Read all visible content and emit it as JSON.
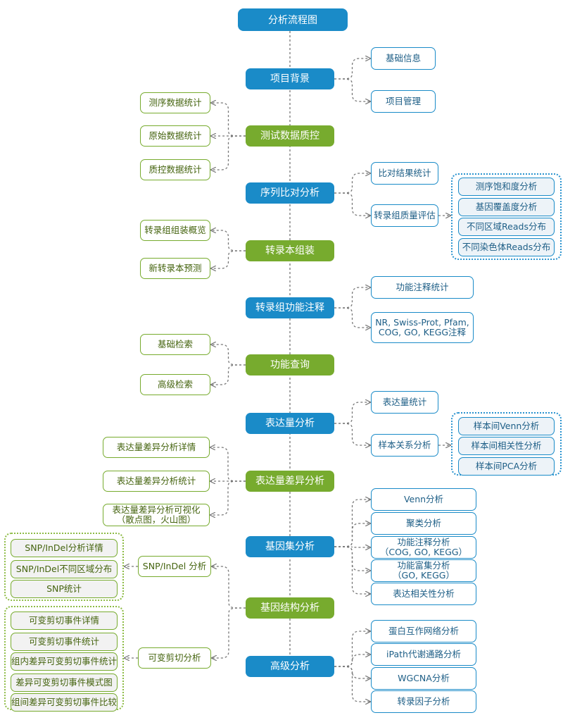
{
  "title": "分析流程图",
  "colors": {
    "blue": "#1a8bc8",
    "green": "#77ab2e",
    "connector": "#777777"
  },
  "main_steps": [
    {
      "id": "m1",
      "label": "项目背景",
      "color": "blue"
    },
    {
      "id": "m2",
      "label": "测试数据质控",
      "color": "green"
    },
    {
      "id": "m3",
      "label": "序列比对分析",
      "color": "blue"
    },
    {
      "id": "m4",
      "label": "转录本组装",
      "color": "green"
    },
    {
      "id": "m5",
      "label": "转录组功能注释",
      "color": "blue"
    },
    {
      "id": "m6",
      "label": "功能查询",
      "color": "green"
    },
    {
      "id": "m7",
      "label": "表达量分析",
      "color": "blue"
    },
    {
      "id": "m8",
      "label": "表达量差异分析",
      "color": "green"
    },
    {
      "id": "m9",
      "label": "基因集分析",
      "color": "blue"
    },
    {
      "id": "m10",
      "label": "基因结构分析",
      "color": "green"
    },
    {
      "id": "m11",
      "label": "高级分析",
      "color": "blue"
    }
  ],
  "sub_items": [
    {
      "id": "s1",
      "label": "基础信息",
      "parent": "m1",
      "color": "blue"
    },
    {
      "id": "s2",
      "label": "项目管理",
      "parent": "m1",
      "color": "blue"
    },
    {
      "id": "s3",
      "label": "测序数据统计",
      "parent": "m2",
      "color": "green"
    },
    {
      "id": "s4",
      "label": "原始数据统计",
      "parent": "m2",
      "color": "green"
    },
    {
      "id": "s5",
      "label": "质控数据统计",
      "parent": "m2",
      "color": "green"
    },
    {
      "id": "s6",
      "label": "比对结果统计",
      "parent": "m3",
      "color": "blue"
    },
    {
      "id": "s7",
      "label": "转录组质量评估",
      "parent": "m3",
      "color": "blue"
    },
    {
      "id": "s8",
      "label": "转录组组装概览",
      "parent": "m4",
      "color": "green"
    },
    {
      "id": "s9",
      "label": "新转录本预测",
      "parent": "m4",
      "color": "green"
    },
    {
      "id": "s10",
      "label": "功能注释统计",
      "parent": "m5",
      "color": "blue"
    },
    {
      "id": "s11",
      "label": "NR, Swiss-Prot, Pfam,\nCOG, GO, KEGG注释",
      "parent": "m5",
      "color": "blue"
    },
    {
      "id": "s12",
      "label": "基础检索",
      "parent": "m6",
      "color": "green"
    },
    {
      "id": "s13",
      "label": "高级检索",
      "parent": "m6",
      "color": "green"
    },
    {
      "id": "s14",
      "label": "表达量统计",
      "parent": "m7",
      "color": "blue"
    },
    {
      "id": "s15",
      "label": "样本关系分析",
      "parent": "m7",
      "color": "blue"
    },
    {
      "id": "s16",
      "label": "表达量差异分析详情",
      "parent": "m8",
      "color": "green"
    },
    {
      "id": "s17",
      "label": "表达量差异分析统计",
      "parent": "m8",
      "color": "green"
    },
    {
      "id": "s18",
      "label": "表达量差异分析可视化\n（散点图，火山图）",
      "parent": "m8",
      "color": "green"
    },
    {
      "id": "s19",
      "label": "Venn分析",
      "parent": "m9",
      "color": "blue"
    },
    {
      "id": "s20",
      "label": "聚类分析",
      "parent": "m9",
      "color": "blue"
    },
    {
      "id": "s21",
      "label": "功能注释分析\n（COG, GO, KEGG）",
      "parent": "m9",
      "color": "blue"
    },
    {
      "id": "s22",
      "label": "功能富集分析\n（GO, KEGG）",
      "parent": "m9",
      "color": "blue"
    },
    {
      "id": "s23",
      "label": "表达相关性分析",
      "parent": "m9",
      "color": "blue"
    },
    {
      "id": "s24",
      "label": "SNP/InDel 分析",
      "parent": "m10",
      "color": "green"
    },
    {
      "id": "s25",
      "label": "可变剪切分析",
      "parent": "m10",
      "color": "green"
    },
    {
      "id": "s26",
      "label": "蛋白互作网络分析",
      "parent": "m11",
      "color": "blue"
    },
    {
      "id": "s27",
      "label": "iPath代谢通路分析",
      "parent": "m11",
      "color": "blue"
    },
    {
      "id": "s28",
      "label": "WGCNA分析",
      "parent": "m11",
      "color": "blue"
    },
    {
      "id": "s29",
      "label": "转录因子分析",
      "parent": "m11",
      "color": "blue"
    }
  ],
  "groups": [
    {
      "id": "g1",
      "parent": "s7",
      "color": "blue",
      "items": [
        "测序饱和度分析",
        "基因覆盖度分析",
        "不同区域Reads分布",
        "不同染色体Reads分布"
      ]
    },
    {
      "id": "g2",
      "parent": "s15",
      "color": "blue",
      "items": [
        "样本间Venn分析",
        "样本间相关性分析",
        "样本间PCA分析"
      ]
    },
    {
      "id": "g3",
      "parent": "s24",
      "color": "green",
      "items": [
        "SNP/InDel分析详情",
        "SNP/InDel不同区域分布",
        "SNP统计"
      ]
    },
    {
      "id": "g4",
      "parent": "s25",
      "color": "green",
      "items": [
        "可变剪切事件详情",
        "可变剪切事件统计",
        "组内差异可变剪切事件统计",
        "差异可变剪切事件模式图",
        "组间差异可变剪切事件比较"
      ]
    }
  ]
}
